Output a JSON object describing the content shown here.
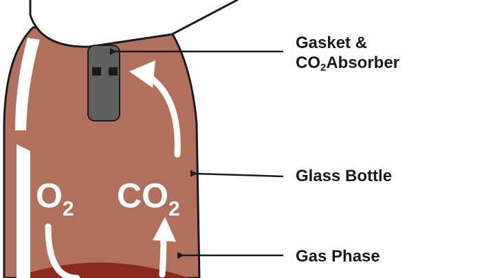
{
  "colors": {
    "bottle": "#b0705c",
    "bottle_outline": "#1a1a1a",
    "gas_phase_liquid": "#8a2a1c",
    "gasket": "#5f5f5f",
    "highlight": "#ffffff",
    "label_text": "#1a1a1a"
  },
  "labels": {
    "gasket_line1": "Gasket &",
    "gasket_line2_prefix": "CO",
    "gasket_line2_sub": "2",
    "gasket_line2_suffix": "Absorber",
    "glass_bottle": "Glass Bottle",
    "gas_phase": "Gas Phase"
  },
  "molecules": {
    "o2_main": "O",
    "o2_sub": "2",
    "co2_main": "CO",
    "co2_sub": "2"
  },
  "icons": [
    "flow-arrow-up-curved",
    "flow-arrow-down-curved",
    "pointer-arrow"
  ]
}
